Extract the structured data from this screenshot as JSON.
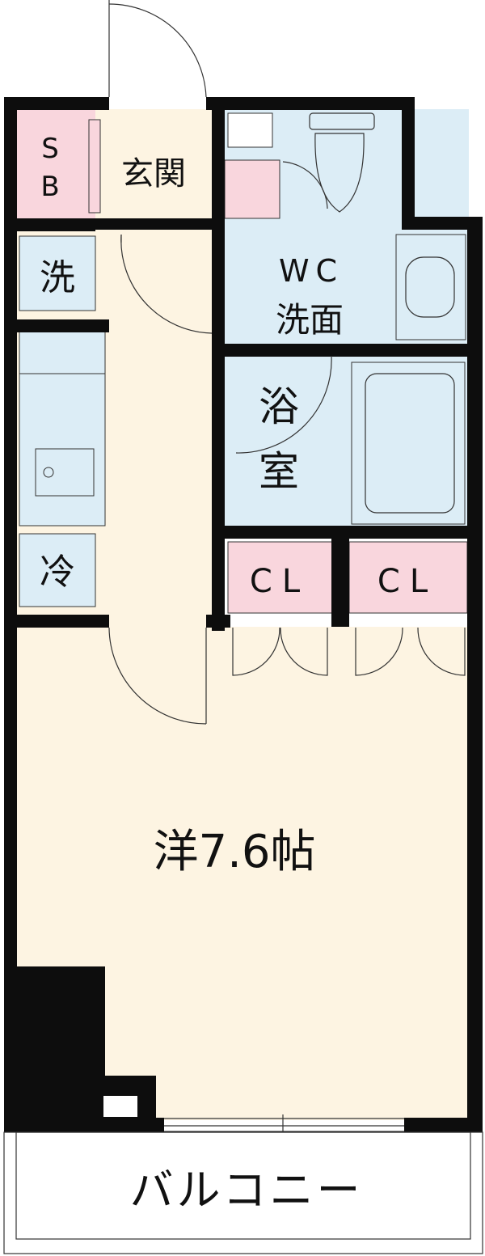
{
  "rooms": {
    "sb_line1": "S",
    "sb_line2": "B",
    "entrance": "玄関",
    "washer": "洗",
    "fridge": "冷",
    "wc_line1": "WC",
    "wc_line2": "洗面",
    "bath_line1": "浴",
    "bath_line2": "室",
    "closet_1": "CL",
    "closet_2": "CL",
    "western_room": "洋7.6帖",
    "balcony": "バルコニー"
  },
  "colors": {
    "wall": "#0d0d0d",
    "floor_wood": "#fdf4e2",
    "storage_pink": "#f9d6dd",
    "wet_area_blue": "#dcedf6",
    "line": "#333333",
    "balcony": "#ffffff"
  }
}
